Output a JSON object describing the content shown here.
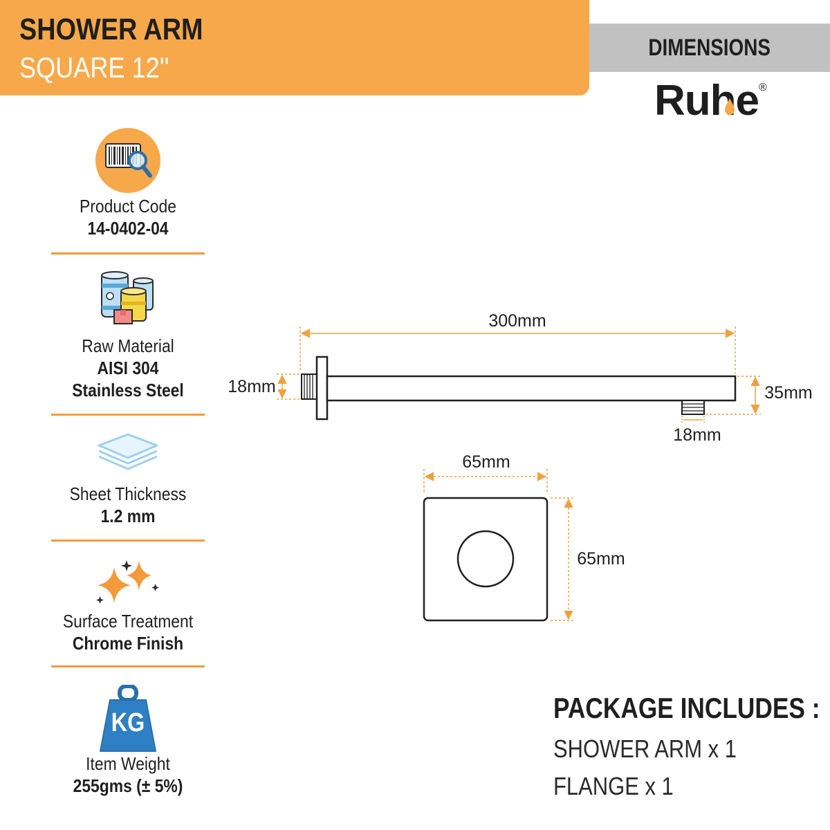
{
  "header": {
    "title": "SHOWER ARM",
    "subtitle": "SQUARE 12''",
    "dimensions_label": "DIMENSIONS",
    "brand": "Ruhe",
    "brand_mark": "®"
  },
  "specs": [
    {
      "label": "Product Code",
      "value": "14-0402-04",
      "icon": "barcode-search-icon"
    },
    {
      "label": "Raw Material",
      "value": "AISI 304",
      "value2": "Stainless Steel",
      "icon": "material-containers-icon"
    },
    {
      "label": "Sheet Thickness",
      "value": "1.2 mm",
      "icon": "sheet-layers-icon"
    },
    {
      "label": "Surface Treatment",
      "value": "Chrome Finish",
      "icon": "sparkle-icon"
    },
    {
      "label": "Item Weight",
      "value": "255gms (± 5%)",
      "icon": "kg-weight-icon",
      "icon_text": "KG"
    }
  ],
  "dimensions": {
    "arm_length": "300mm",
    "inlet_thread": "18mm",
    "arm_height": "35mm",
    "outlet_thread": "18mm",
    "flange_width": "65mm",
    "flange_height": "65mm"
  },
  "package": {
    "title": "PACKAGE INCLUDES :",
    "items": [
      "SHOWER ARM x 1",
      "FLANGE x 1"
    ]
  },
  "colors": {
    "accent_orange": "#f7a84a",
    "divider_orange": "#f39a3a",
    "dimension_line": "#f0a040",
    "grey_band": "#c1c1c1",
    "text_dark": "#1f1f1f"
  }
}
